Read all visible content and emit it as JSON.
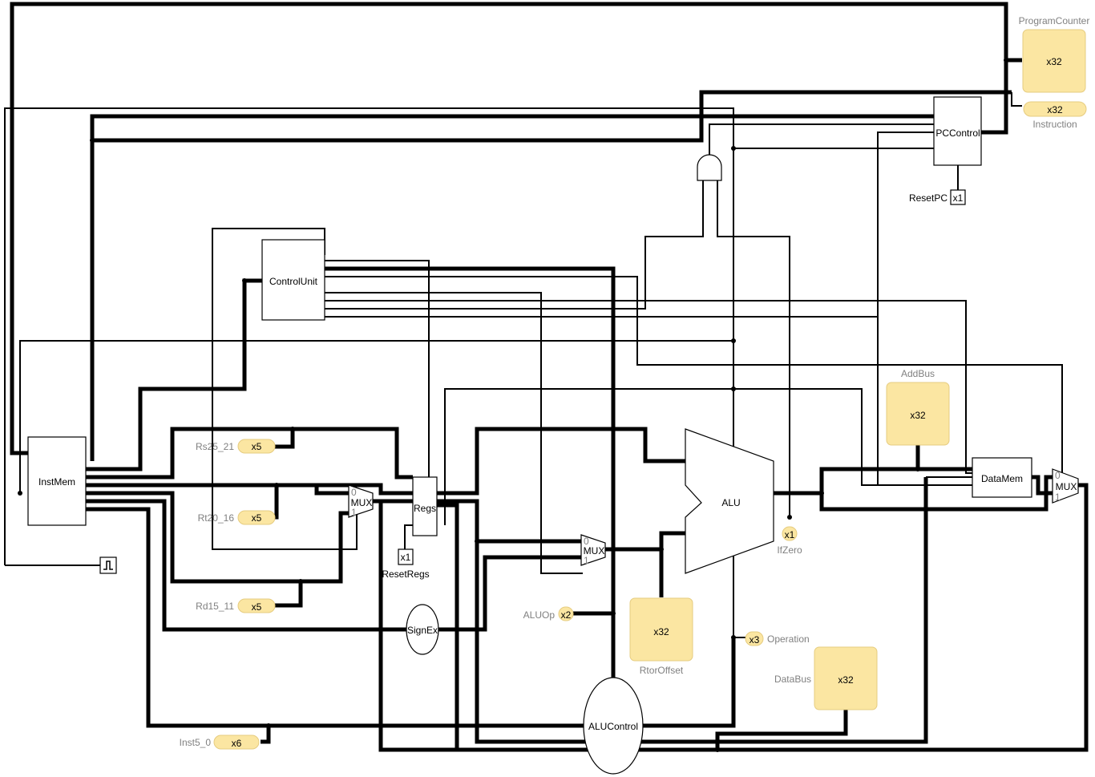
{
  "blocks": {
    "inst_mem": "InstMem",
    "control_unit": "ControlUnit",
    "regs": "Regs",
    "sign_ext": "SignEx",
    "alu": "ALU",
    "alu_control": "ALUControl",
    "data_mem": "DataMem",
    "pc_control": "PCControl",
    "mux": "MUX",
    "mux_in0": "0",
    "mux_in1": "1"
  },
  "pins": {
    "rs": {
      "label": "Rs25_21",
      "value": "x5"
    },
    "rt": {
      "label": "Rt20_16",
      "value": "x5"
    },
    "rd": {
      "label": "Rd15_11",
      "value": "x5"
    },
    "inst5_0": {
      "label": "Inst5_0",
      "value": "x6"
    },
    "alu_op": {
      "label": "ALUOp",
      "value": "x2"
    },
    "if_zero": {
      "label": "IfZero",
      "value": "x1"
    },
    "operation": {
      "label": "Operation",
      "value": "x3"
    },
    "reset_regs": {
      "label": "ResetRegs",
      "value": "x1"
    },
    "reset_pc": {
      "label": "ResetPC",
      "value": "x1"
    },
    "instruction": {
      "label": "Instruction",
      "value": "x32"
    }
  },
  "probes": {
    "program_counter": {
      "label": "ProgramCounter",
      "value": "x32"
    },
    "add_bus": {
      "label": "AddBus",
      "value": "x32"
    },
    "rt_or_offset": {
      "label": "RtorOffset",
      "value": "x32"
    },
    "data_bus": {
      "label": "DataBus",
      "value": "x32"
    }
  },
  "colors": {
    "probe_fill": "#fbe6a2",
    "wire": "#000000",
    "probe_label": "#808080"
  }
}
